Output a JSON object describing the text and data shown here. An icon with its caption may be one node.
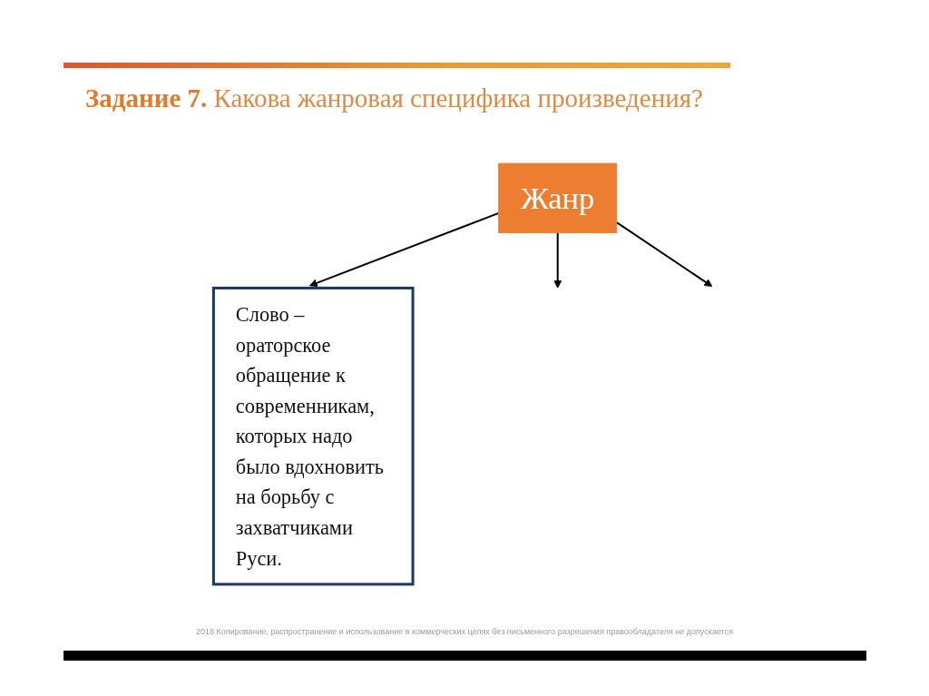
{
  "diagram": {
    "title": "**Задание 7.** Какова жанровая специфика произведения?",
    "nodes": [
      {
        "text": [
          "Жанр"
        ]
      },
      {
        "text": [
          "Слово – ораторское обращение к современникам, которых надо было вдохновить на борьбу с захватчиками Руси."
        ]
      }
    ],
    "edges": [
      {
        "from": 0,
        "to": 1,
        "arrow": "to"
      },
      {
        "from": 0,
        "to": null,
        "arrow": "to"
      },
      {
        "from": 0,
        "to": null,
        "arrow": "to"
      }
    ],
    "labels": [
      "2018 Копирование, распространение и использование в коммерческих целях без письменного разрешения правообладателя не допускается"
    ]
  }
}
